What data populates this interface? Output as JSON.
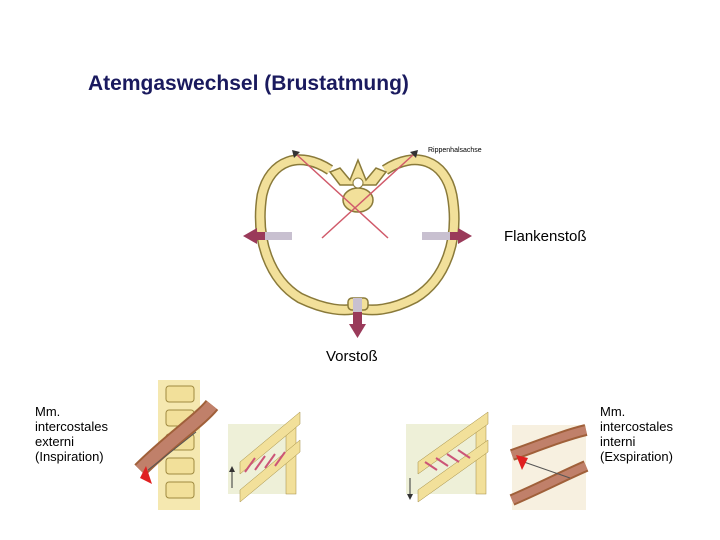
{
  "title": "Atemgaswechsel (Brustatmung)",
  "labels": {
    "flank": "Flankenstoß",
    "front": "Vorstoß",
    "axis": "Rippenhalsachse"
  },
  "left_caption": [
    "Mm.",
    "intercostales",
    "externi",
    "(Inspiration)"
  ],
  "right_caption": [
    "Mm.",
    "intercostales",
    "interni",
    "(Exspiration)"
  ],
  "colors": {
    "bone": "#f2e09a",
    "bone_outline": "#8a7a3a",
    "arrow": "#9a3a5a",
    "axis": "#d05a6a",
    "muscle": "#c0806a"
  }
}
